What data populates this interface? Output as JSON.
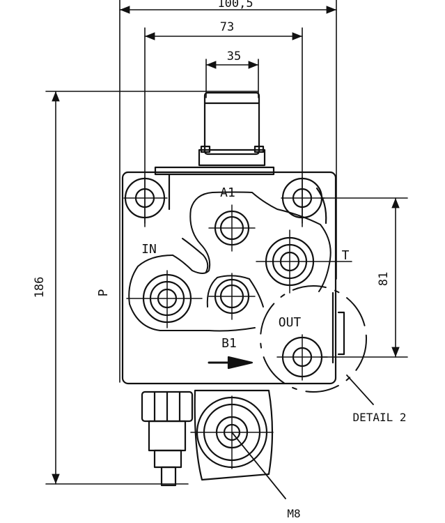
{
  "dimensions": {
    "overall_width": "100,5",
    "bolt_spacing": "73",
    "spool_width": "35",
    "overall_height": "186",
    "port_spacing": "81"
  },
  "ports": {
    "a1": "A1",
    "b1": "B1",
    "in": "IN",
    "t": "T",
    "p": "P",
    "out": "OUT"
  },
  "callouts": {
    "detail": "DETAIL 2",
    "thread": "M8"
  },
  "colors": {
    "line": "#111111",
    "background": "#ffffff"
  }
}
